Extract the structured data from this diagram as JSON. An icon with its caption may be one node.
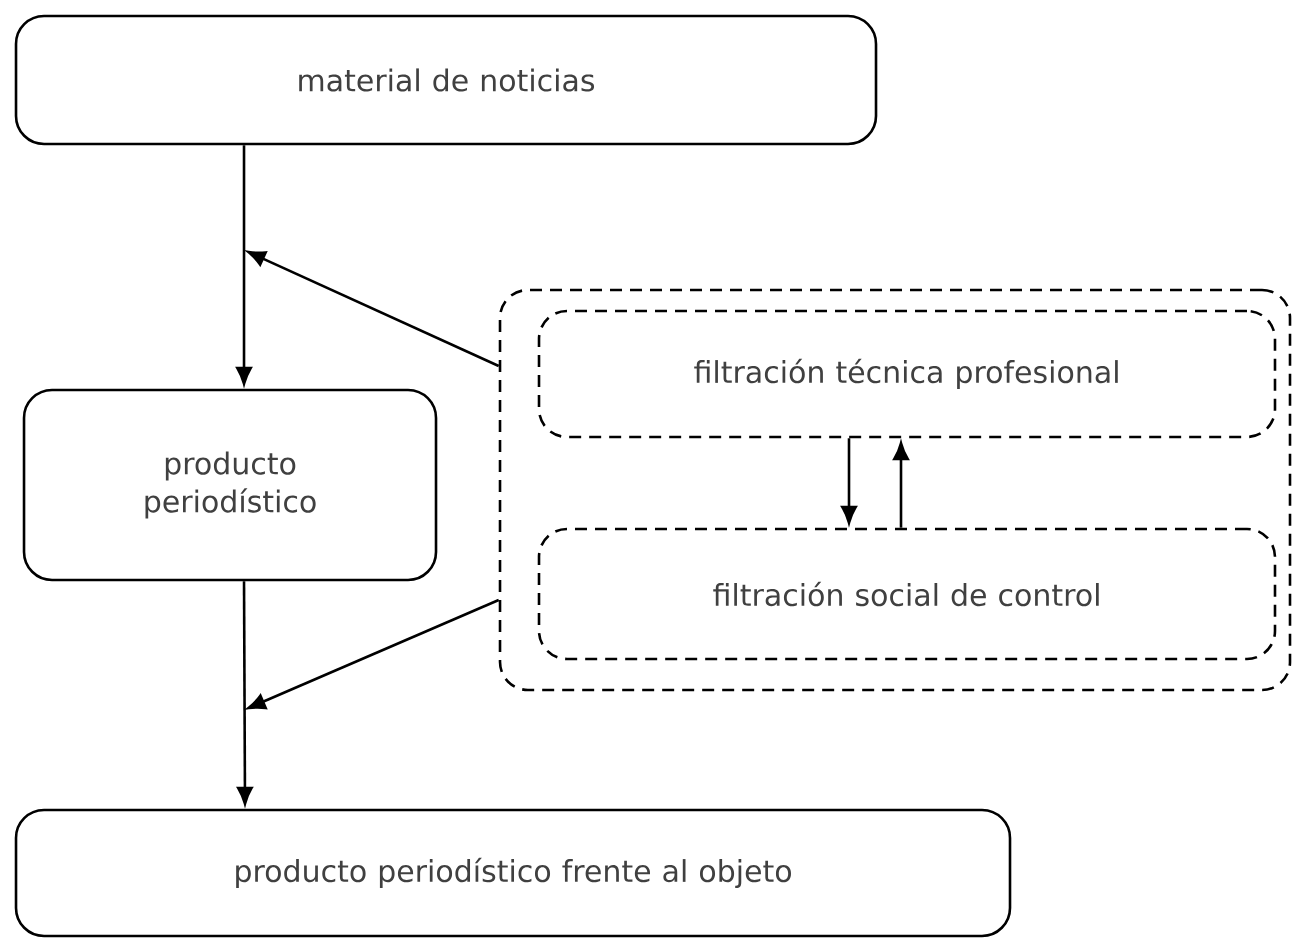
{
  "diagram": {
    "nodes": [
      {
        "text": [
          "material de noticias"
        ]
      },
      {
        "text": [
          "producto periodístico"
        ]
      },
      {
        "text": [],
        "shape": "box"
      },
      {
        "text": [
          "filtración técnica profesional"
        ],
        "in": 2
      },
      {
        "text": [
          "filtración social de control"
        ],
        "in": 2
      },
      {
        "text": [
          "producto periodístico frente al objeto"
        ]
      }
    ],
    "edges": [
      {
        "from": 0,
        "to": 1,
        "arrow": "to"
      },
      {
        "from": 2,
        "to": null,
        "arrow": "to"
      },
      {
        "from": 3,
        "to": 4,
        "arrow": "to"
      },
      {
        "from": 4,
        "to": 3,
        "arrow": "to"
      },
      {
        "from": 2,
        "to": null,
        "arrow": "to"
      },
      {
        "from": 1,
        "to": 5,
        "arrow": "to"
      }
    ]
  }
}
